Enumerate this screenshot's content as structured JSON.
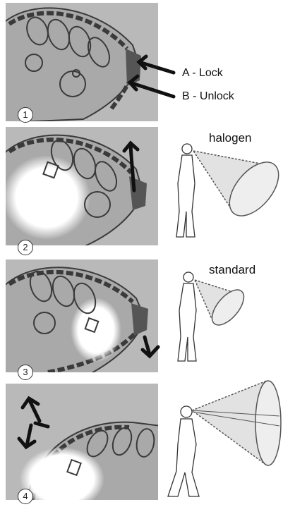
{
  "panels": [
    {
      "number": "1",
      "labels": [
        "A - Lock",
        "B - Unlock"
      ]
    },
    {
      "number": "2",
      "mode": "halogen"
    },
    {
      "number": "3",
      "mode": "standard"
    },
    {
      "number": "4"
    }
  ],
  "colors": {
    "photo_bg": "#b9b9b9",
    "lamp_line": "#3a3a3a",
    "arrow": "#111111",
    "beam_fill": "#e2e2e2"
  }
}
